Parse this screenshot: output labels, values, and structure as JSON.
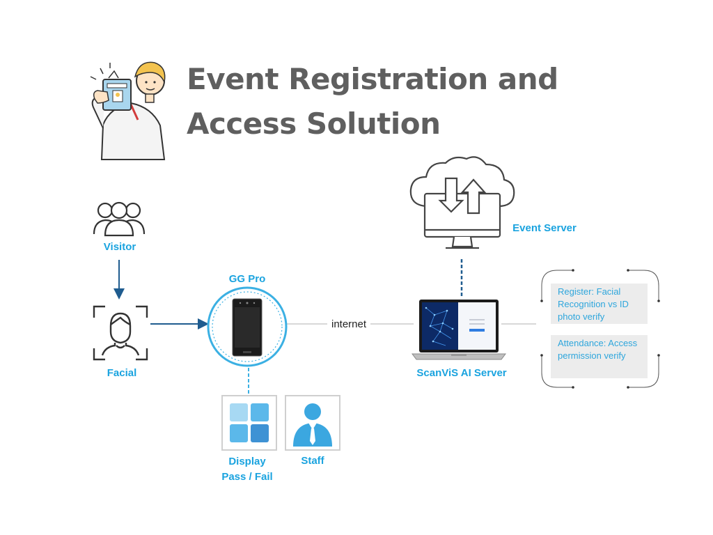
{
  "title": {
    "line1": "Event Registration and",
    "line2": "Access Solution"
  },
  "nodes": {
    "visitor": "Visitor",
    "facial": "Facial",
    "device": "GG Pro",
    "display_line1": "Display",
    "display_line2": "Pass / Fail",
    "staff": "Staff",
    "event_server": "Event Server",
    "ai_server": "ScanViS AI Server"
  },
  "connections": {
    "internet": "internet"
  },
  "notes": {
    "register": "Register: Facial Recognition vs ID photo verify",
    "attendance": "Attendance: Access permission verify"
  },
  "colors": {
    "accent": "#1aa3df",
    "title": "#5f5f5f",
    "line_dark": "#1f5c8f",
    "note_bg": "#ececec"
  },
  "icons": {
    "person": "person-with-id-badge-illustration",
    "visitor": "group-people-icon",
    "facial": "face-scan-icon",
    "device": "gg-pro-terminal-icon",
    "cloud": "cloud-sync-monitor-icon",
    "laptop": "laptop-icon",
    "display": "tiles-grid-icon",
    "staff": "staff-person-tie-icon"
  }
}
